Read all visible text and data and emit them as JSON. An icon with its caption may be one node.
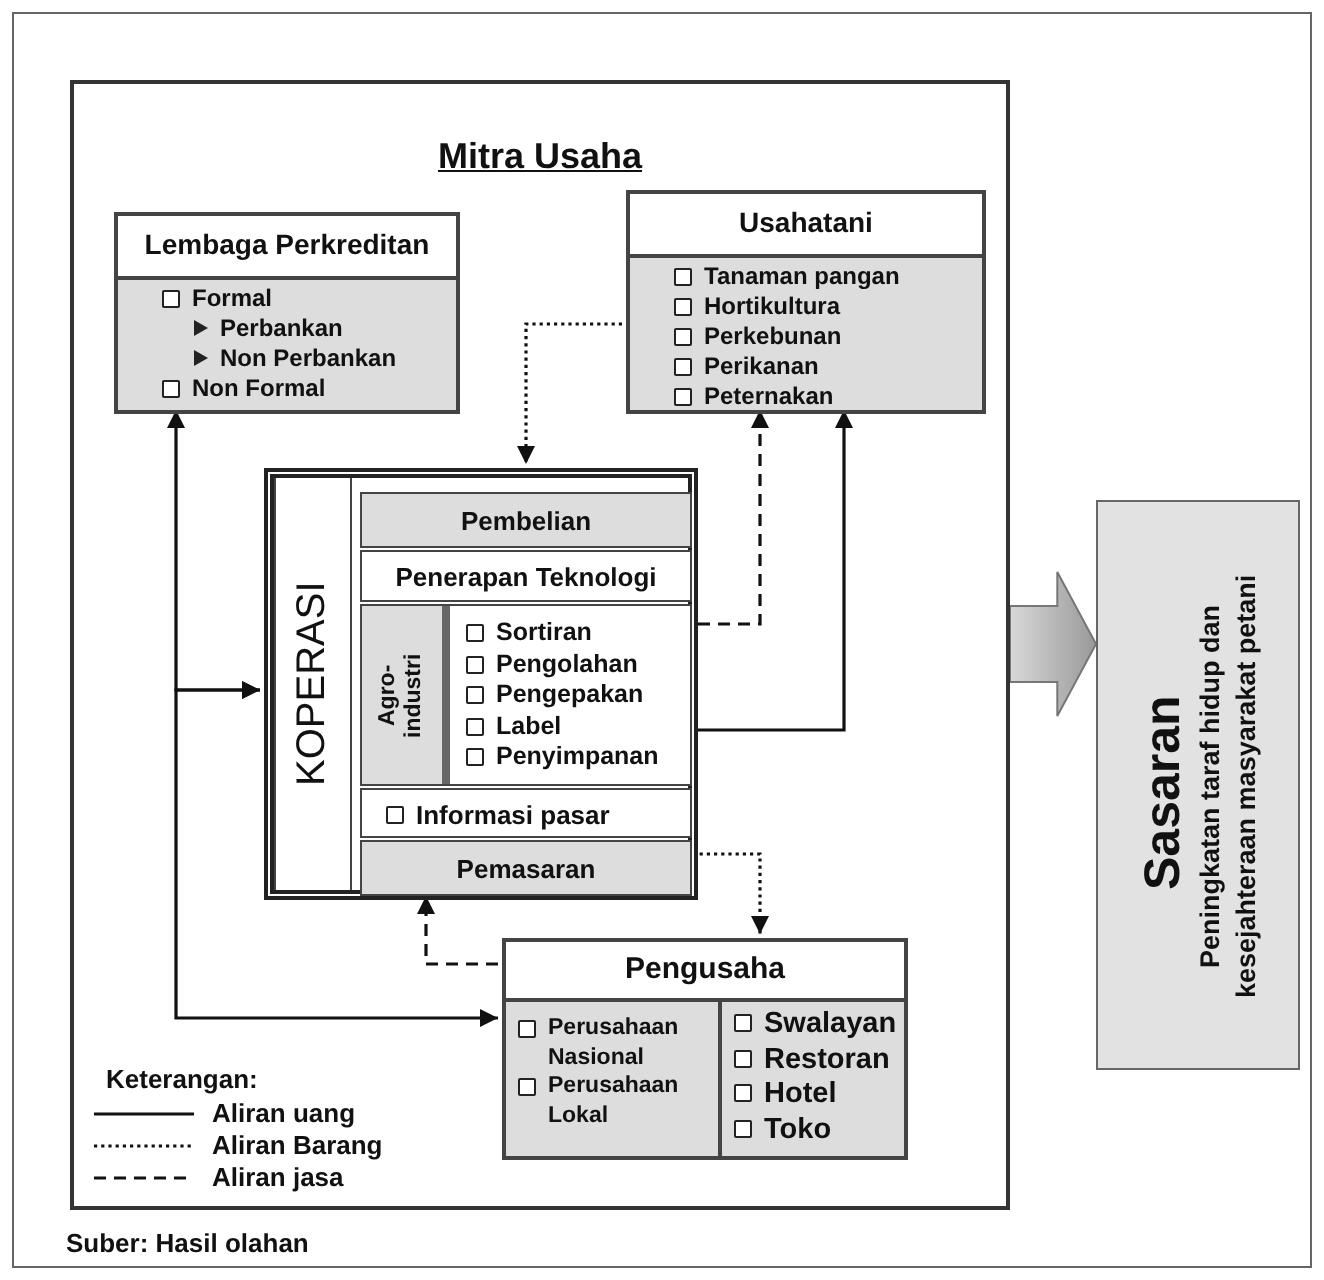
{
  "diagram": {
    "caption": "Suber: Hasil olahan",
    "nodes": [
      {
        "text": [
          "Mitra Usaha"
        ]
      },
      {
        "text": [
          "Lembaga Perkreditan",
          "Formal",
          "Perbankan",
          "Non Perbankan",
          "Non Formal"
        ],
        "in": 0
      },
      {
        "text": [
          "Usahatani",
          "Tanaman pangan",
          "Hortikultura",
          "Perkebunan",
          "Perikanan",
          "Peternakan"
        ],
        "in": 0
      },
      {
        "text": [
          "KOPERASI"
        ],
        "in": 0
      },
      {
        "text": [
          "Pembelian"
        ],
        "in": 3
      },
      {
        "text": [
          "Penerapan Teknologi"
        ],
        "in": 3
      },
      {
        "text": [
          "Agro- industri",
          "Sortiran",
          "Pengolahan",
          "Pengepakan",
          "Label",
          "Penyimpanan"
        ],
        "in": 3
      },
      {
        "text": [
          "Informasi pasar"
        ],
        "in": 3
      },
      {
        "text": [
          "Pemasaran"
        ],
        "in": 3
      },
      {
        "text": [
          "Pengusaha",
          "Perusahaan Nasional",
          "Perusahaan Lokal",
          "Swalayan",
          "Restoran",
          "Hotel",
          "Toko"
        ],
        "in": 0
      },
      {
        "text": [
          "Sasaran",
          "Peningkatan taraf hidup dan kesejahteraan masyarakat petani"
        ]
      }
    ],
    "edges": [
      {
        "from": 1,
        "to": 3,
        "arrow": "both"
      },
      {
        "from": 3,
        "to": 9,
        "arrow": "both"
      },
      {
        "from": 3,
        "to": 2,
        "arrow": "to"
      },
      {
        "from": 6,
        "to": 2,
        "arrow": "to",
        "style": "dashed"
      },
      {
        "from": 2,
        "to": 3,
        "arrow": "to",
        "style": "dashed"
      },
      {
        "from": 8,
        "to": 9,
        "arrow": "to",
        "style": "dashed"
      },
      {
        "from": 9,
        "to": 3,
        "arrow": "to",
        "style": "dashed"
      },
      {
        "from": 0,
        "to": 10,
        "arrow": "to",
        "style": "thick"
      }
    ],
    "labels": [
      "Keterangan:"
    ],
    "legend": [
      {
        "text": "Aliran uang"
      },
      {
        "text": "Aliran Barang"
      },
      {
        "text": "Aliran jasa"
      }
    ]
  }
}
